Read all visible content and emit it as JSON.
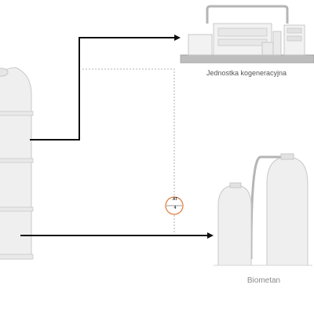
{
  "labels": {
    "chp_unit": "Jednostka kogeneracyjna",
    "biomethane": "Biometan"
  },
  "sensor": {
    "top_text": "AT",
    "bottom_text": "4"
  },
  "colors": {
    "flow_line": "#111111",
    "signal_line": "#9a9a9a",
    "equipment_fill": "#efefef",
    "equipment_stroke": "#c8c8c8",
    "sensor_ring": "#e07a3a"
  }
}
